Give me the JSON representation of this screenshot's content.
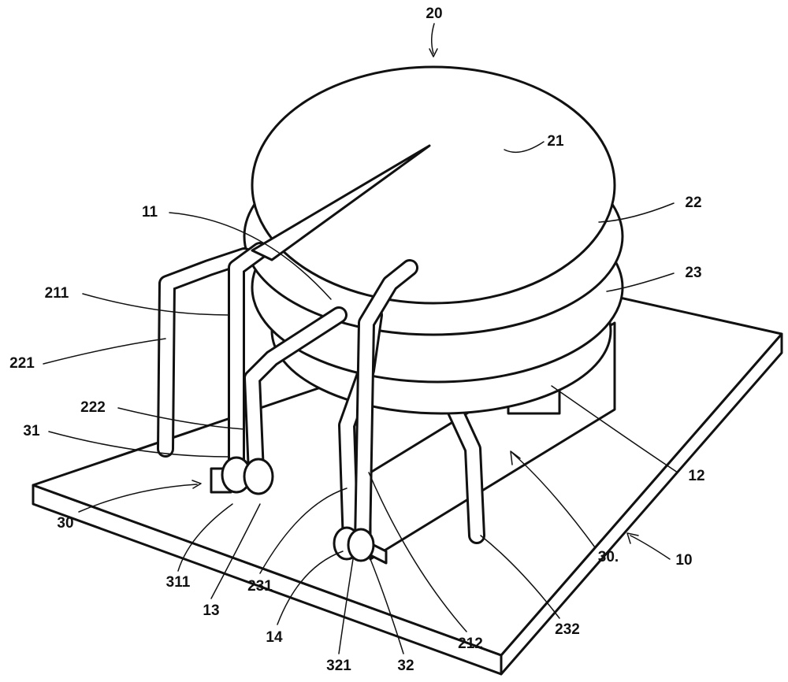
{
  "figure": {
    "labels": {
      "l20": "20",
      "l21": "21",
      "l22": "22",
      "l23": "23",
      "l11": "11",
      "l211": "211",
      "l221": "221",
      "l222": "222",
      "l31": "31",
      "l30a": "30",
      "l311": "311",
      "l13": "13",
      "l231": "231",
      "l14": "14",
      "l321": "321",
      "l32": "32",
      "l212": "212",
      "l232": "232",
      "l30b": "30.",
      "l10": "10",
      "l12": "12"
    },
    "colors": {
      "ink": "#111111",
      "paper": "#ffffff"
    }
  }
}
